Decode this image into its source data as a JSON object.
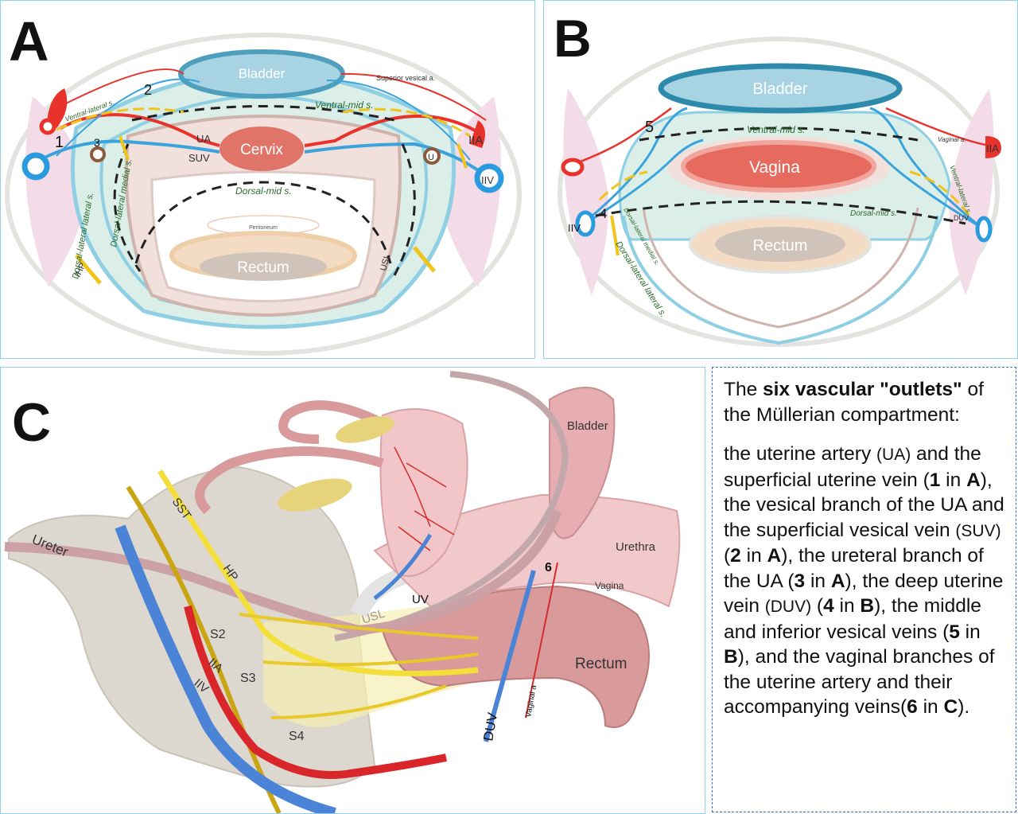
{
  "panel_a": {
    "letter": "A",
    "labels": {
      "bladder": "Bladder",
      "cervix": "Cervix",
      "rectum": "Rectum",
      "peritoneum": "Peritoneum",
      "ua": "UA",
      "suv": "SUV",
      "iia": "IIA",
      "iiv": "IIV",
      "u": "U",
      "ihp": "IHP",
      "usl": "USL",
      "sup_vesical": "Superior vesical a.",
      "ventral_lateral": "Ventral-lateral s.",
      "ventral_mid": "Ventral-mid s.",
      "dorsal_mid": "Dorsal-mid s.",
      "dorsal_lateral_medial": "Dorsal-lateral medial s.",
      "dorsal_lateral_lateral": "Dorsal-lateral lateral s.",
      "n1": "1",
      "n2": "2",
      "n3": "3"
    }
  },
  "panel_b": {
    "letter": "B",
    "labels": {
      "bladder": "Bladder",
      "vagina": "Vagina",
      "rectum": "Rectum",
      "iia": "IIA",
      "iiv": "IIV",
      "duv": "DUV",
      "vaginal_a": "Vaginal a.",
      "ventral_mid": "Ventral-mid s.",
      "ventral_lateral": "Ventral-lateral s.",
      "dorsal_mid": "Dorsal-mid s.",
      "dorsal_lateral_medial": "Dorsal-lateral medial s.",
      "dorsal_lateral_lateral": "Dorsal-lateral lateral s.",
      "n4": "4",
      "n5": "5"
    }
  },
  "panel_c": {
    "letter": "C",
    "labels": {
      "bladder": "Bladder",
      "urethra": "Urethra",
      "vagina": "Vagina",
      "rectum": "Rectum",
      "ureter": "Ureter",
      "sst": "SST",
      "hp": "HP",
      "s2": "S2",
      "s3": "S3",
      "s4": "S4",
      "iia": "IIA",
      "iiv": "IIV",
      "uv": "UV",
      "usl": "USL",
      "duv": "DUV",
      "vaginal_a": "Vaginal a",
      "n6": "6"
    }
  },
  "legend": {
    "intro_1": "The ",
    "intro_bold": "six vascular \"outlets\"",
    "intro_2": " of the Müllerian compartment:",
    "t1": "the uterine artery ",
    "s_ua": "(UA)",
    "t2": " and the superficial uterine vein (",
    "b1": "1",
    "t3": " in ",
    "bA1": "A",
    "t4": "), the vesical branch of the UA and the superficial vesical vein ",
    "s_suv": "(SUV)",
    "t5": " (",
    "b2": "2",
    "t6": " in ",
    "bA2": "A",
    "t7": "), the ureteral branch of the UA (",
    "b3": "3",
    "t8": " in ",
    "bA3": "A",
    "t9": "), the deep uterine vein ",
    "s_duv": "(DUV)",
    "t10": " (",
    "b4": "4",
    "t11": " in ",
    "bB1": "B",
    "t12": "), the middle and inferior vesical veins (",
    "b5": "5",
    "t13": " in ",
    "bB2": "B",
    "t14": "), and the vaginal branches of the uterine artery and their accompanying veins(",
    "b6": "6",
    "t15": " in ",
    "bC": "C",
    "t16": ")."
  }
}
